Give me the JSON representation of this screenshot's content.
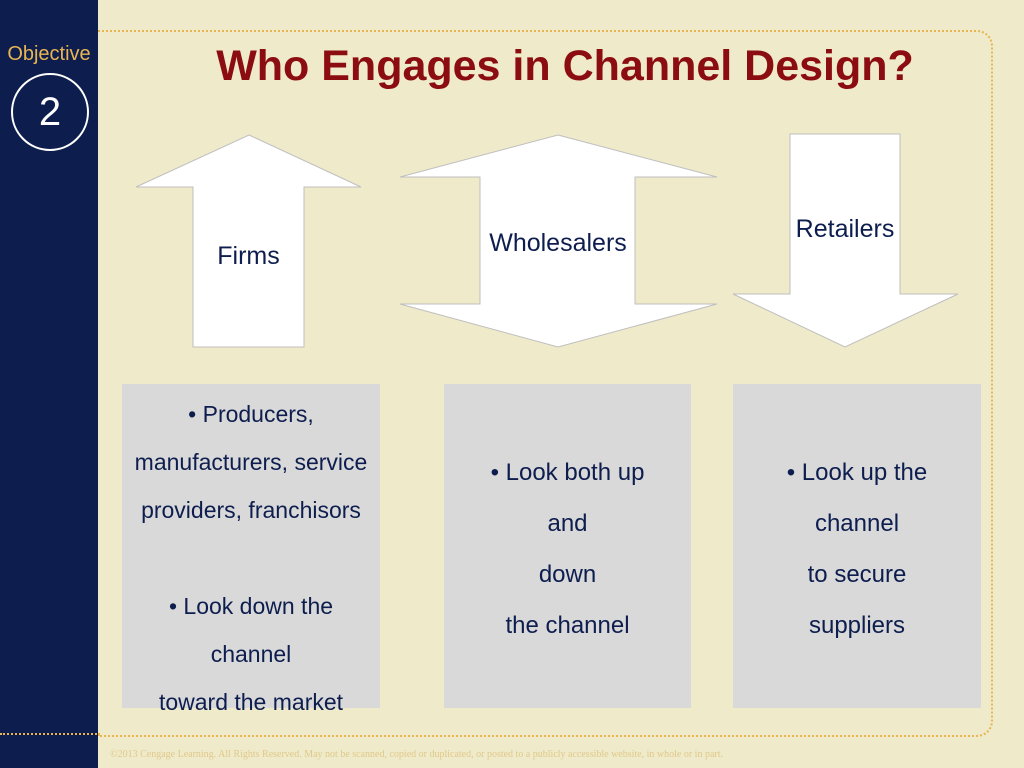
{
  "sidebar": {
    "objective_label": "Objective",
    "objective_number": "2"
  },
  "title": "Who Engages in Channel Design?",
  "arrows": [
    {
      "label": "Firms",
      "direction": "up"
    },
    {
      "label": "Wholesalers",
      "direction": "both"
    },
    {
      "label": "Retailers",
      "direction": "down"
    }
  ],
  "boxes": [
    {
      "lines": [
        "• Producers,",
        "manufacturers, service",
        "providers, franchisors",
        "",
        "• Look down the",
        "channel",
        "toward the market"
      ]
    },
    {
      "lines": [
        "• Look both up",
        "and",
        "down",
        "the channel"
      ]
    },
    {
      "lines": [
        "• Look up the",
        "channel",
        "to secure",
        "suppliers"
      ]
    }
  ],
  "footer": "©2013 Cengage Learning. All Rights Reserved. May not be scanned, copied or duplicated, or posted to a publicly accessible website, in whole or in part.",
  "colors": {
    "background": "#efeaca",
    "sidebar": "#0d1d4e",
    "accent": "#e8b552",
    "title": "#8b0d11",
    "box": "#d9d9d9"
  }
}
